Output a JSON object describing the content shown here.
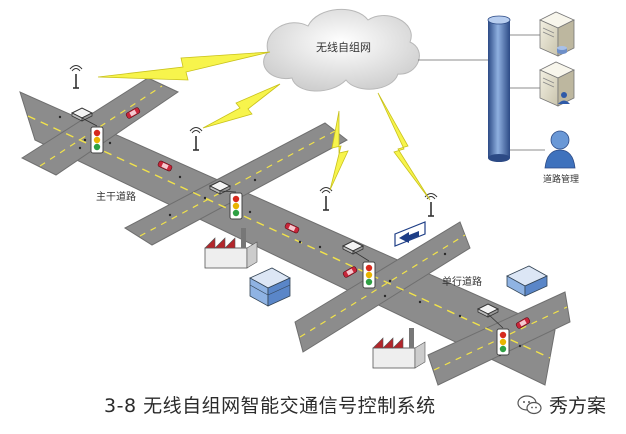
{
  "labels": {
    "cloud": "无线自组网",
    "main_road": "主干道路",
    "one_way_road": "单行道路",
    "road_management": "道路管理"
  },
  "caption": "3-8 无线自组网智能交通信号控制系统",
  "brand": {
    "name": "秀方案",
    "icon": "wechat-icon"
  },
  "colors": {
    "road": "#8c8c8c",
    "lightning": "#f2f23a",
    "server_tube": "#3d5f9e",
    "sky_cloud": "#dcdcdc"
  },
  "icons": [
    "cloud-icon",
    "server-icon",
    "server-user-icon",
    "user-icon",
    "traffic-light-icon",
    "antenna-icon",
    "router-icon",
    "car-icon",
    "factory-icon",
    "building-icon",
    "arrow-sign-icon",
    "lightning-icon"
  ]
}
